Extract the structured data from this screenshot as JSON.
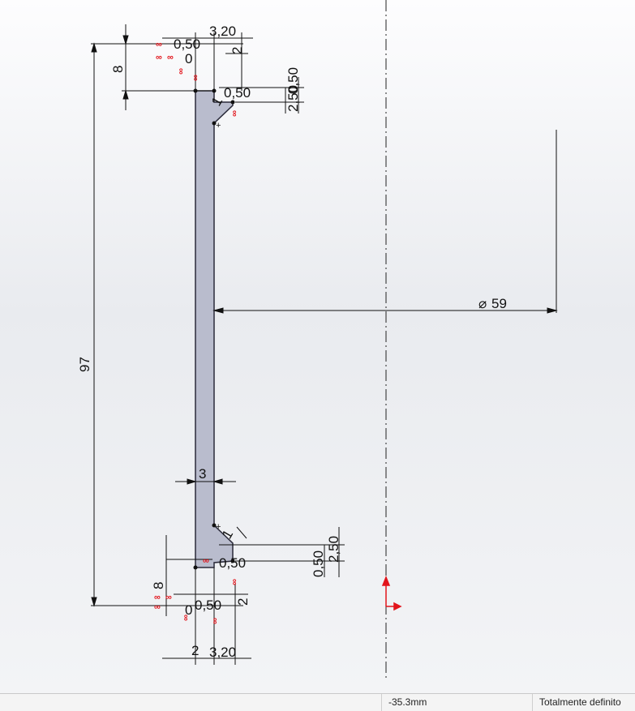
{
  "sketch": {
    "dimensions": {
      "overall_height": "97",
      "top_offset": "8",
      "bottom_offset": "8",
      "wall_thickness": "3",
      "diameter": "59",
      "diameter_symbol": "⌀",
      "top_width": "3,20",
      "bottom_width": "3,20",
      "top_step": "2",
      "bottom_step": "2",
      "bottom_gap": "2",
      "top_right_a": "2,50",
      "top_right_b": "0,50",
      "bottom_right_a": "2,50",
      "bottom_right_b": "0,50",
      "chamfer_top": "1",
      "chamfer_bottom": "1",
      "small_zero": "0",
      "small_value": "0,50"
    },
    "relation_glyph": "∞"
  },
  "statusbar": {
    "coordinate": "-35.3mm",
    "status": "Totalmente definito"
  },
  "colors": {
    "part_fill": "#b9bccd",
    "part_edge": "#2a2a3a",
    "relation": "#e2141b",
    "axis_arrow": "#e2141b"
  }
}
